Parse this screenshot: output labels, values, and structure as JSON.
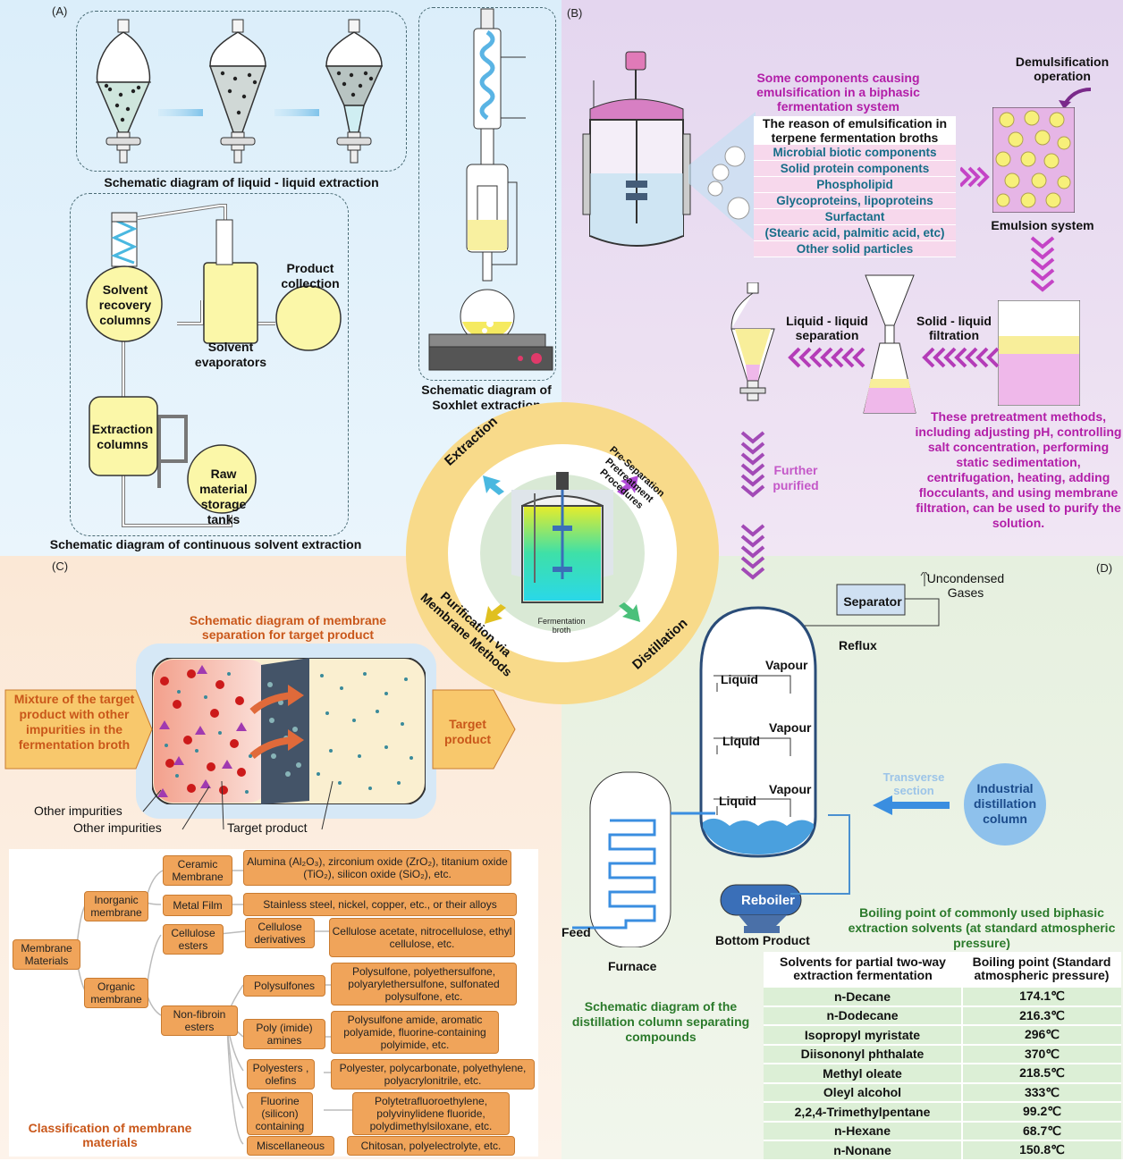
{
  "panels": {
    "a": "(A)",
    "b": "(B)",
    "c": "(C)",
    "d": "(D)"
  },
  "panelA": {
    "lle_caption": "Schematic diagram of liquid - liquid extraction",
    "soxhlet_caption": "Schematic diagram of Soxhlet extraction",
    "continuous_caption": "Schematic diagram of continuous solvent extraction",
    "solvent_recovery": "Solvent recovery columns",
    "solvent_evaporators": "Solvent evaporators",
    "product_collection": "Product collection",
    "extraction_columns": "Extraction columns",
    "raw_material": "Raw material storage tanks"
  },
  "panelB": {
    "emulsification_title": "Some components causing emulsification in a biphasic fermentation system",
    "reason_header": "The reason of emulsification in terpene fermentation broths",
    "reasons": [
      "Microbial biotic components",
      "Solid protein components",
      "Phospholipid",
      "Glycoproteins, lipoproteins",
      "Surfactant",
      "(Stearic acid, palmitic acid, etc)",
      "Other solid particles"
    ],
    "demulsification": "Demulsification operation",
    "emulsion_system": "Emulsion system",
    "ll_separation": "Liquid - liquid separation",
    "sl_filtration": "Solid - liquid filtration",
    "further_purified": "Further purified",
    "pretreatment_text": "These pretreatment methods, including adjusting pH, controlling salt concentration, performing static sedimentation, centrifugation, heating, adding flocculants, and using membrane filtration, can be used to purify the solution."
  },
  "center": {
    "extraction": "Extraction",
    "pre_separation": "Pre-Separation Pretreatment Procedures",
    "membrane": "Purification via Membrane Methods",
    "distillation": "Distillation",
    "fermentation_broth": "Fermentation broth"
  },
  "panelC": {
    "membrane_title": "Schematic diagram of membrane separation for target product",
    "mixture": "Mixture of the target product with other impurities in the fermentation broth",
    "target_product_box": "Target product",
    "other_impurities_1": "Other impurities",
    "other_impurities_2": "Other impurities",
    "target_product_label": "Target product",
    "classification_caption": "Classification of membrane materials",
    "tree": {
      "root": "Membrane Materials",
      "inorganic": "Inorganic membrane",
      "organic": "Organic membrane",
      "ceramic": "Ceramic Membrane",
      "ceramic_desc": "Alumina (Al₂O₃), zirconium oxide (ZrO₂), titanium oxide (TiO₂), silicon oxide (SiO₂), etc.",
      "metal_film": "Metal Film",
      "metal_desc": "Stainless steel, nickel, copper, etc., or their alloys",
      "cellulose_esters": "Cellulose esters",
      "cellulose_derivatives": "Cellulose derivatives",
      "cellulose_desc": "Cellulose acetate, nitrocellulose, ethyl cellulose, etc.",
      "non_fibroin": "Non-fibroin esters",
      "polysulfones": "Polysulfones",
      "polysulfones_desc": "Polysulfone, polyethersulfone, polyarylethersulfone, sulfonated polysulfone, etc.",
      "polyimide": "Poly (imide) amines",
      "polyimide_desc": "Polysulfone amide, aromatic polyamide, fluorine-containing polyimide, etc.",
      "polyesters": "Polyesters , olefins",
      "polyesters_desc": "Polyester, polycarbonate, polyethylene, polyacrylonitrile, etc.",
      "fluorine": "Fluorine (silicon) containing",
      "fluorine_desc": "Polytetrafluoroethylene, polyvinylidene fluoride, polydimethylsiloxane, etc.",
      "misc": "Miscellaneous",
      "misc_desc": "Chitosan, polyelectrolyte, etc."
    }
  },
  "panelD": {
    "uncondensed": "Uncondensed Gases",
    "separator": "Separator",
    "reflux": "Reflux",
    "vapour": "Vapour",
    "liquid": "Liquid",
    "transverse": "Transverse section",
    "industrial": "Industrial distillation column",
    "feed": "Feed",
    "furnace": "Furnace",
    "reboiler": "Reboiler",
    "bottom_product": "Bottom Product",
    "distillation_caption": "Schematic diagram of the distillation column separating compounds",
    "bp_title": "Boiling point of commonly used biphasic extraction solvents (at standard atmospheric pressure)",
    "table_headers": [
      "Solvents for partial two-way extraction fermentation",
      "Boiling point  (Standard atmospheric pressure)"
    ],
    "table_rows": [
      [
        "n-Decane",
        "174.1℃"
      ],
      [
        "n-Dodecane",
        "216.3℃"
      ],
      [
        "Isopropyl myristate",
        "296℃"
      ],
      [
        "Diisononyl phthalate",
        "370℃"
      ],
      [
        "Methyl oleate",
        "218.5℃"
      ],
      [
        "Oleyl alcohol",
        "333℃"
      ],
      [
        "2,2,4-Trimethylpentane",
        "99.2℃"
      ],
      [
        "n-Hexane",
        "68.7℃"
      ],
      [
        "n-Nonane",
        "150.8℃"
      ]
    ]
  },
  "colors": {
    "purple": "#b21ea8",
    "teal": "#176d88",
    "orange": "#f0a45a",
    "green": "#2b7a2b",
    "blue": "#3a7bd5"
  }
}
